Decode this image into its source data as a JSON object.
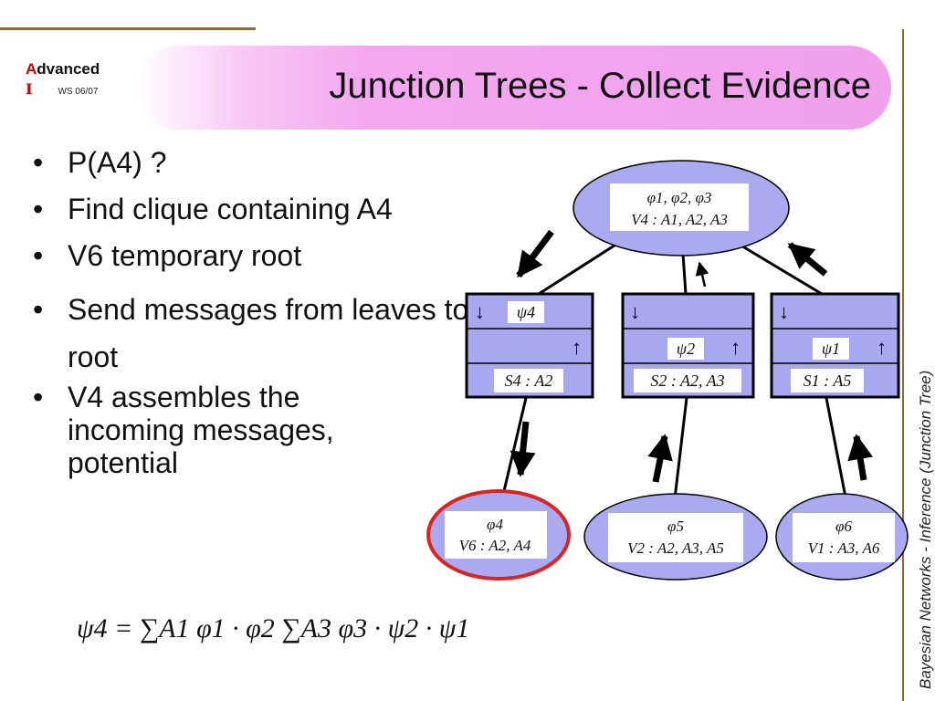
{
  "header": {
    "logo_line1_accent": "A",
    "logo_line1_rest": "dvanced",
    "logo_line2": "I",
    "logo_term": "WS 06/07",
    "title": "Junction Trees - Collect Evidence"
  },
  "footer": {
    "side_text": "Bayesian Networks - Inference (Junction Tree)"
  },
  "bullets": [
    "P(A4) ?",
    "Find clique containing A4",
    "V6 temporary root",
    "Send messages from leaves to root",
    "V4 assembles the incoming messages, potential"
  ],
  "diagram": {
    "cliques": {
      "v4": {
        "line1": "φ1, φ2, φ3",
        "line2": "V4 : A1, A2, A3"
      },
      "v6": {
        "line1": "φ4",
        "line2": "V6 : A2, A4"
      },
      "v2": {
        "line1": "φ5",
        "line2": "V2 : A2, A3, A5"
      },
      "v1": {
        "line1": "φ6",
        "line2": "V1 : A3, A6"
      }
    },
    "separators": {
      "s4": {
        "message": "ψ4",
        "label": "S4 : A2"
      },
      "s2": {
        "message": "ψ2",
        "label": "S2 : A2, A3"
      },
      "s1": {
        "message": "ψ1",
        "label": "S1 : A5"
      }
    },
    "root_highlight_color": "#dd2222",
    "node_fill": "#aaaaf0",
    "separator_fill": "#a8a8f0"
  },
  "formula": {
    "text": "ψ4 = ∑A1 φ1 · φ2 ∑A3 φ3 · ψ2 · ψ1"
  }
}
